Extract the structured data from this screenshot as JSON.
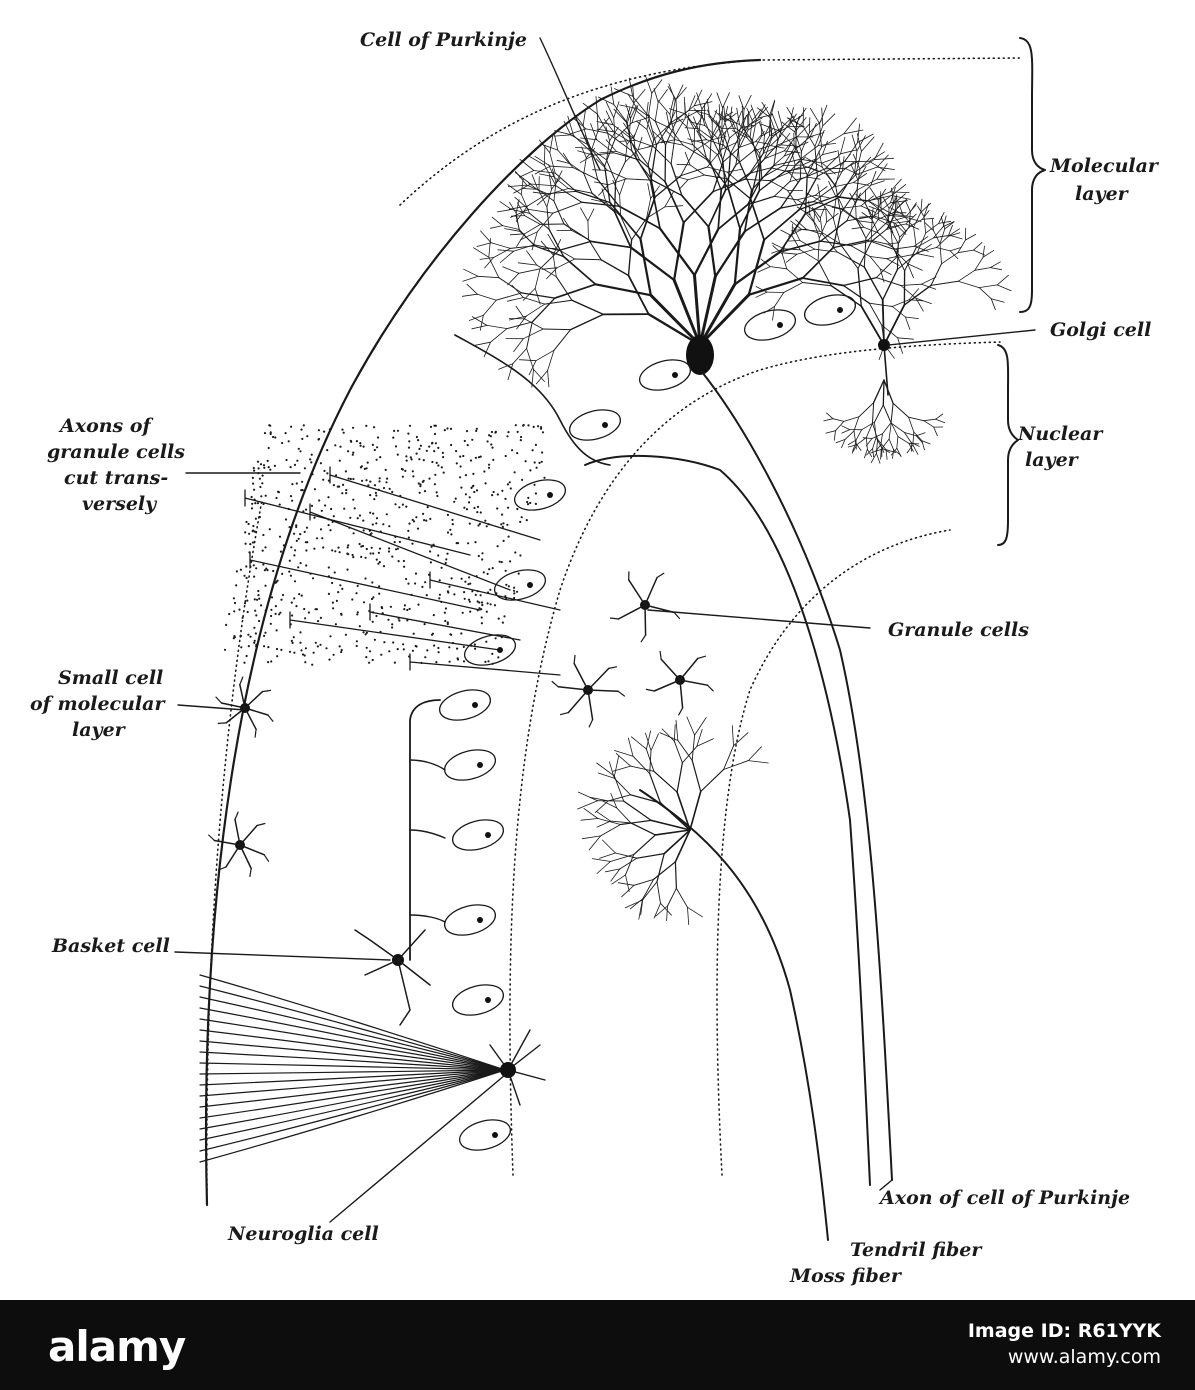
{
  "labels": {
    "cell_of_purkinje": "Cell of Purkinje",
    "molecular_layer_1": "Molecular",
    "molecular_layer_2": "layer",
    "golgi_cell": "Golgi cell",
    "nuclear_layer_1": "Nuclear",
    "nuclear_layer_2": "layer",
    "axons_1": "Axons of",
    "axons_2": "granule cells",
    "axons_3": "cut trans-",
    "axons_4": "versely",
    "granule_cells": "Granule cells",
    "small_cell_1": "Small cell",
    "small_cell_2": "of molecular",
    "small_cell_3": "layer",
    "basket_cell": "Basket cell",
    "neuroglia_cell": "Neuroglia cell",
    "axon_purkinje": "Axon of cell of Purkinje",
    "tendril_fiber": "Tendril fiber",
    "moss_fiber": "Moss fiber"
  },
  "footer": {
    "logo": "alamy",
    "image_id": "Image ID: R61YYK",
    "site": "www.alamy.com"
  }
}
